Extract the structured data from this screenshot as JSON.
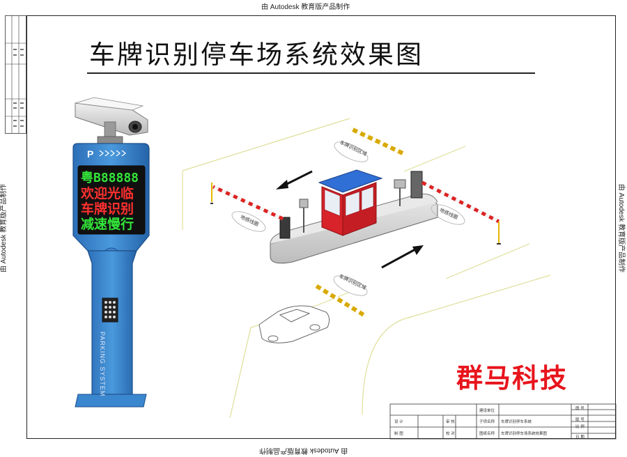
{
  "watermark": {
    "text": "由 Autodesk 教育版产品制作"
  },
  "title": "车牌识别停车场系统效果图",
  "led_display": {
    "line1": "粤B88888",
    "line2": "欢迎光临",
    "line3": "车牌识别",
    "line4": "减速慢行"
  },
  "pole_label": "PARKING SYSTEM",
  "sign_letter": "P",
  "zone_labels": {
    "recognition_top": "车牌识别区域",
    "recognition_bottom": "车牌识别区域",
    "loop_left": "地感线圈",
    "loop_right": "地感线圈"
  },
  "brand": "群马科技",
  "title_block": {
    "project_label": "建设单位",
    "subproject_label": "子项名称",
    "subproject_value": "车牌识别停车系统",
    "drawing_label": "图纸名称",
    "drawing_value": "车牌识别停车场系统效果图",
    "design": "设 计",
    "review": "审 核",
    "draw": "制 图",
    "check": "校 对",
    "fig_no": "图 号",
    "version": "版 号",
    "scale": "比 例",
    "date": "日 期"
  },
  "colors": {
    "accent_blue": "#3a86cf",
    "led_green": "#33e63a",
    "led_red": "#ff3030",
    "brand_red": "#e8141c",
    "booth_red": "#d8232a",
    "booth_roof": "#2f6fd6",
    "barrier_yellow": "#f5d400"
  }
}
